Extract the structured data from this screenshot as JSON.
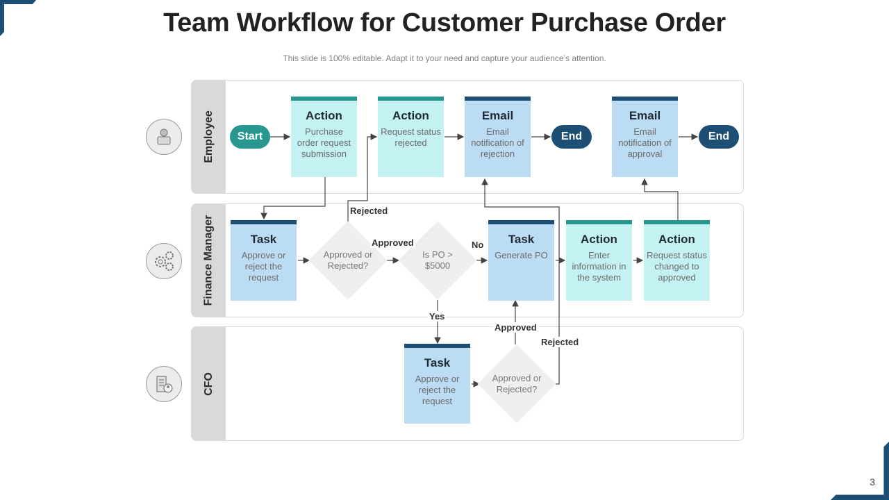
{
  "title": "Team Workflow for Customer Purchase Order",
  "subtitle": "This slide is 100% editable. Adapt it to your need and capture your audience’s attention.",
  "page_number": "3",
  "colors": {
    "teal": "#27978f",
    "navy": "#1d4e74",
    "cyan_fill": "#c4f1f1",
    "blue_fill": "#bcdcf3",
    "lane_gray": "#d9d9d9"
  },
  "lanes": [
    {
      "label": "Employee",
      "icon": "person-laptop-icon"
    },
    {
      "label": "Finance Manager",
      "icon": "gears-person-icon"
    },
    {
      "label": "CFO",
      "icon": "building-person-icon"
    }
  ],
  "employee": {
    "start": "Start",
    "box1": {
      "title": "Action",
      "desc": "Purchase order request submission"
    },
    "box2": {
      "title": "Action",
      "desc": "Request status rejected"
    },
    "box3": {
      "title": "Email",
      "desc": "Email notification of rejection"
    },
    "end1": "End",
    "box4": {
      "title": "Email",
      "desc": "Email notification of approval"
    },
    "end2": "End"
  },
  "finance": {
    "box1": {
      "title": "Task",
      "desc": "Approve or reject the request"
    },
    "decision1": "Approved or Rejected?",
    "decision2": "Is PO > $5000",
    "box2": {
      "title": "Task",
      "desc": "Generate PO"
    },
    "box3": {
      "title": "Action",
      "desc": "Enter information in the system"
    },
    "box4": {
      "title": "Action",
      "desc": "Request status changed to approved"
    }
  },
  "cfo": {
    "box1": {
      "title": "Task",
      "desc": "Approve or reject the request"
    },
    "decision1": "Approved or Rejected?"
  },
  "labels": {
    "rejected1": "Rejected",
    "approved1": "Approved",
    "no": "No",
    "yes": "Yes",
    "approved2": "Approved",
    "rejected2": "Rejected"
  }
}
